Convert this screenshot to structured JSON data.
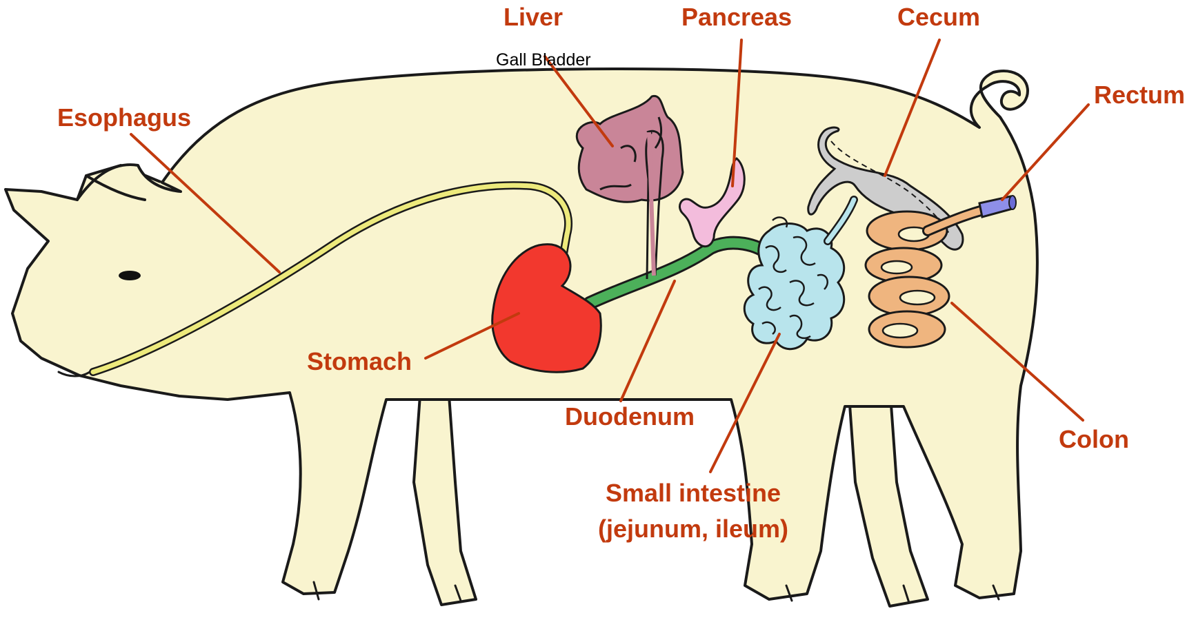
{
  "colors": {
    "label": "#C23A0E",
    "leader": "#C23A0E",
    "pig_body": "#F9F4CF",
    "outline": "#1a1a1a",
    "esophagus": "#EDEA7C",
    "stomach": "#F2382E",
    "duodenum": "#4CB05A",
    "liver": "#C98598",
    "pancreas": "#F3BCDC",
    "small_intestine": "#B8E4EC",
    "cecum": "#CDCDCD",
    "colon": "#EFB57F",
    "rectum": "#8E8FE8"
  },
  "labels": {
    "liver": "Liver",
    "gall_bladder": "Gall Bladder",
    "pancreas": "Pancreas",
    "cecum": "Cecum",
    "esophagus": "Esophagus",
    "rectum": "Rectum",
    "stomach": "Stomach",
    "duodenum": "Duodenum",
    "colon": "Colon",
    "small_intestine_line1": "Small intestine",
    "small_intestine_line2": "(jejunum, ileum)"
  }
}
